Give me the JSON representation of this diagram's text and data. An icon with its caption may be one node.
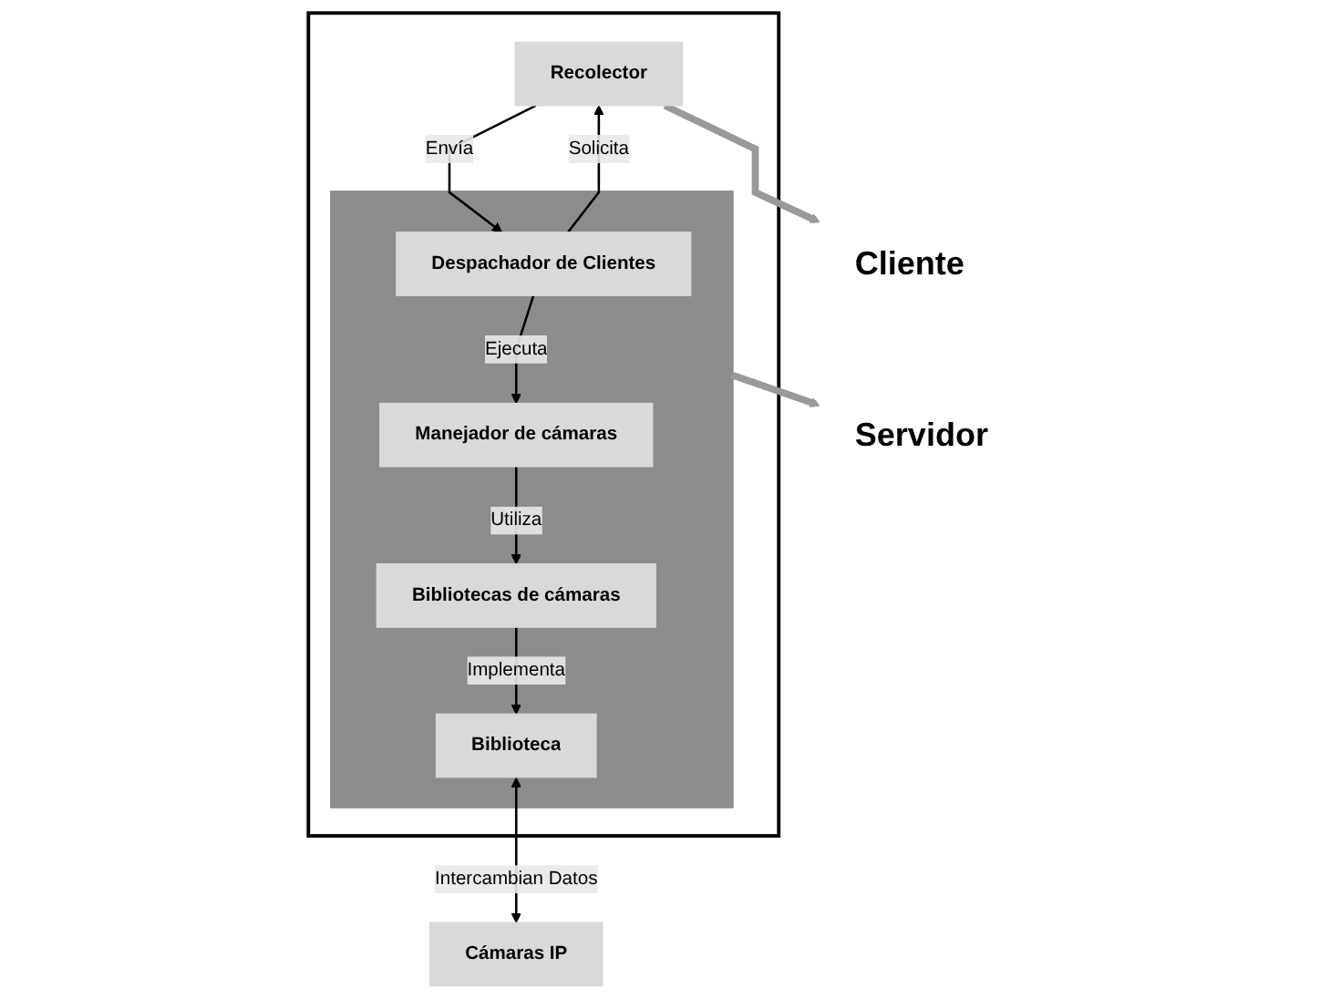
{
  "diagram": {
    "nodes": [
      {
        "text": [],
        "shape": "box"
      },
      {
        "text": [
          "Recolector"
        ],
        "in": 0
      },
      {
        "text": [],
        "shape": "box",
        "in": 0
      },
      {
        "text": [
          "Despachador de Clientes"
        ],
        "in": 2
      },
      {
        "text": [
          "Manejador de cámaras"
        ],
        "in": 2
      },
      {
        "text": [
          "Bibliotecas de cámaras"
        ],
        "in": 2
      },
      {
        "text": [
          "Biblioteca"
        ],
        "in": 2
      },
      {
        "text": [
          "Cámaras IP"
        ]
      },
      {
        "text": [
          "Cliente"
        ]
      },
      {
        "text": [
          "Servidor"
        ]
      }
    ],
    "edges": [
      {
        "from": 1,
        "to": 3,
        "label": "Envía",
        "arrow": "to"
      },
      {
        "from": 3,
        "to": 1,
        "label": "Solicita",
        "arrow": "to"
      },
      {
        "from": 3,
        "to": 4,
        "label": "Ejecuta",
        "arrow": "to"
      },
      {
        "from": 4,
        "to": 5,
        "label": "Utiliza",
        "arrow": "to"
      },
      {
        "from": 5,
        "to": 6,
        "label": "Implementa",
        "arrow": "to"
      },
      {
        "from": 6,
        "to": 7,
        "label": "Intercambian Datos",
        "arrow": "both"
      },
      {
        "from": 1,
        "to": 8,
        "arrow": "to",
        "style": "thick",
        "color": "#999999"
      },
      {
        "from": 2,
        "to": 9,
        "arrow": "to",
        "style": "thick",
        "color": "#999999"
      }
    ]
  }
}
